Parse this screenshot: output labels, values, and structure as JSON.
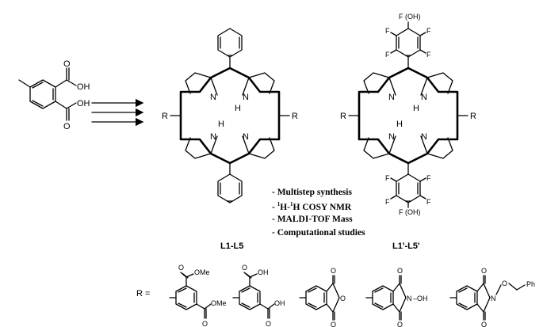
{
  "reactant": {
    "methyl_label": "",
    "cooh_top": "OH",
    "cooh_bottom": "OH",
    "carbonyl_o": "O"
  },
  "porphyrin_left": {
    "r_left": "R",
    "r_right": "R",
    "n_top_left": "N",
    "n_top_right": "N",
    "h_top_right": "H",
    "n_bottom_left": "N",
    "h_bottom_left": "H",
    "n_bottom_right": "N",
    "label": "L1-L5"
  },
  "porphyrin_right": {
    "r_left": "R",
    "r_right": "R",
    "n_top_left": "N",
    "n_top_right": "N",
    "h_top_right": "H",
    "n_bottom_left": "N",
    "h_bottom_left": "H",
    "n_bottom_right": "N",
    "f_atom": "F",
    "f_oh_top": "F (OH)",
    "f_oh_bottom": "F (OH)",
    "label": "L1'-L5'"
  },
  "notes": {
    "line1": "- Multistep synthesis",
    "line2_prefix": "- ",
    "line2_sup1": "1",
    "line2_mid": "H-",
    "line2_sup2": "1",
    "line2_suffix": "H COSY NMR",
    "line3": "- MALDI-TOF Mass",
    "line4": "- Computational studies"
  },
  "r_groups": {
    "r_equals": "R =",
    "ome": "OMe",
    "oh": "OH",
    "o": "O",
    "n": "N",
    "n_oh": "N",
    "oh_on_n": "–OH",
    "n_o": "N",
    "o_link": "O",
    "ph": "Ph"
  }
}
